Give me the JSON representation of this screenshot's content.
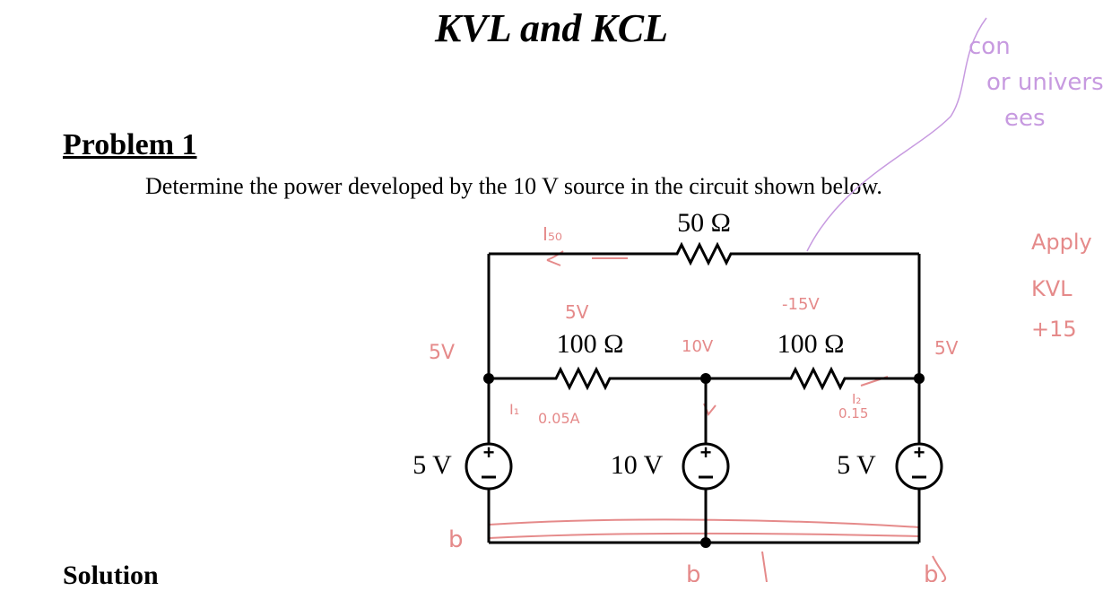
{
  "document": {
    "title": "KVL and KCL",
    "problem_heading": "Problem 1",
    "problem_statement": "Determine the power developed by the 10 V source in the circuit shown below.",
    "solution_heading": "Solution"
  },
  "circuit": {
    "r_top": "50 Ω",
    "r_left": "100 Ω",
    "r_right": "100 Ω",
    "v_left": "5 V",
    "v_mid": "10 V",
    "v_right": "5 V",
    "plus": "+"
  },
  "annotations": {
    "i50": "I₅₀",
    "n5v_left": "5V",
    "n5v_mid": "5V",
    "n10v": "10V",
    "n15v": "-15V",
    "n5v_right": "5V",
    "i1": "I₁",
    "i1_val": "0.05A",
    "i2": "I₂",
    "i2_val": "0.15",
    "apply": "Apply",
    "kvl": "KVL",
    "p15": "+15",
    "b1": "b",
    "b2": "b",
    "b3": "b",
    "corner1": "con",
    "corner2": "or univers",
    "corner3": "ees"
  }
}
